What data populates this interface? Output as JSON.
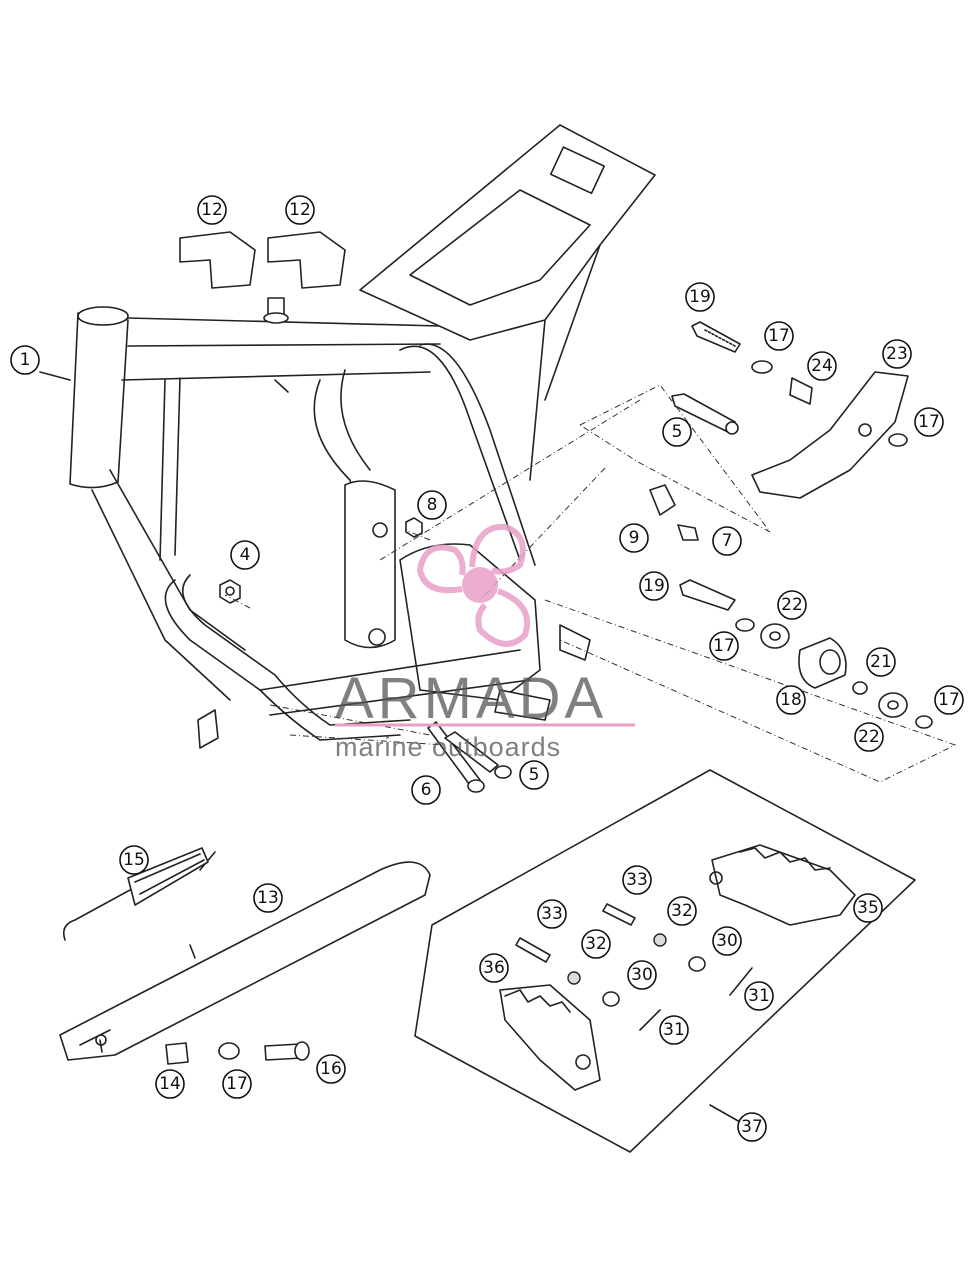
{
  "callouts": [
    {
      "label": "1"
    },
    {
      "label": "12"
    },
    {
      "label": "12"
    },
    {
      "label": "4"
    },
    {
      "label": "8"
    },
    {
      "label": "19"
    },
    {
      "label": "17"
    },
    {
      "label": "24"
    },
    {
      "label": "23"
    },
    {
      "label": "5"
    },
    {
      "label": "17"
    },
    {
      "label": "9"
    },
    {
      "label": "7"
    },
    {
      "label": "19"
    },
    {
      "label": "22"
    },
    {
      "label": "17"
    },
    {
      "label": "21"
    },
    {
      "label": "18"
    },
    {
      "label": "17"
    },
    {
      "label": "22"
    },
    {
      "label": "6"
    },
    {
      "label": "5"
    },
    {
      "label": "15"
    },
    {
      "label": "13"
    },
    {
      "label": "14"
    },
    {
      "label": "17"
    },
    {
      "label": "16"
    },
    {
      "label": "33"
    },
    {
      "label": "35"
    },
    {
      "label": "33"
    },
    {
      "label": "32"
    },
    {
      "label": "32"
    },
    {
      "label": "30"
    },
    {
      "label": "36"
    },
    {
      "label": "30"
    },
    {
      "label": "31"
    },
    {
      "label": "31"
    },
    {
      "label": "37"
    }
  ],
  "watermark": {
    "brand": "ARMADA",
    "tagline": "marine outboards",
    "brand_color": "#e8a0c8"
  }
}
